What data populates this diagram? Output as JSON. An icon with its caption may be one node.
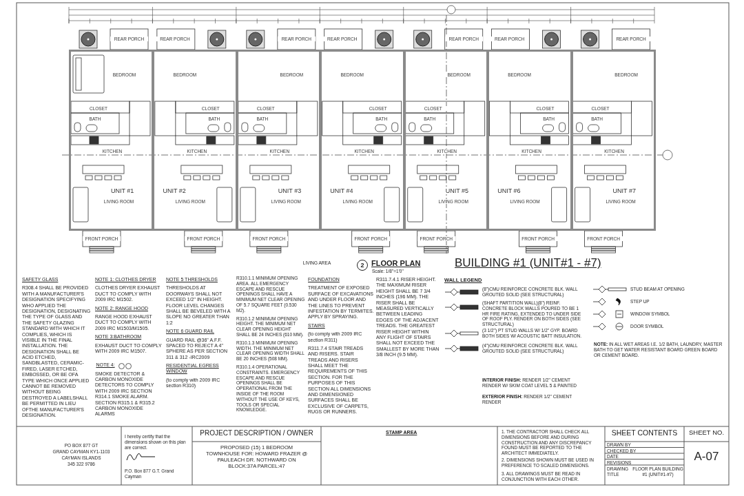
{
  "diagram": {
    "nodes": [
      {
        "text": [
          "REAR PORCH"
        ]
      },
      {
        "text": [
          "UNIT #1"
        ]
      },
      {
        "text": [
          "BEDROOM"
        ],
        "in": 1
      },
      {
        "text": [
          "CLOSET"
        ],
        "in": 1
      },
      {
        "text": [
          "BATH"
        ],
        "in": 1
      },
      {
        "text": [
          "KITCHEN"
        ],
        "in": 1
      },
      {
        "text": [
          "LIVING ROOM"
        ],
        "in": 1
      },
      {
        "text": [
          "FRONT PORCH"
        ]
      },
      {
        "text": [
          "REAR PORCH"
        ]
      },
      {
        "text": [
          "UNIT #2"
        ]
      },
      {
        "text": [
          "BEDROOM"
        ],
        "in": 9
      },
      {
        "text": [
          "CLOSET"
        ],
        "in": 9
      },
      {
        "text": [
          "BATH"
        ],
        "in": 9
      },
      {
        "text": [
          "KITCHEN"
        ],
        "in": 9
      },
      {
        "text": [
          "LIVING ROOM"
        ],
        "in": 9
      },
      {
        "text": [
          "FRONT PORCH"
        ]
      },
      {
        "text": [
          "REAR PORCH"
        ]
      },
      {
        "text": [
          "UNIT #3"
        ]
      },
      {
        "text": [
          "BEDROOM"
        ],
        "in": 17
      },
      {
        "text": [
          "CLOSET"
        ],
        "in": 17
      },
      {
        "text": [
          "BATH"
        ],
        "in": 17
      },
      {
        "text": [
          "KITCHEN"
        ],
        "in": 17
      },
      {
        "text": [
          "LIVING ROOM"
        ],
        "in": 17
      },
      {
        "text": [
          "FRONT PORCH"
        ]
      },
      {
        "text": [
          "REAR PORCH"
        ]
      },
      {
        "text": [
          "UNIT #4"
        ]
      },
      {
        "text": [
          "BEDROOM"
        ],
        "in": 25
      },
      {
        "text": [
          "CLOSET"
        ],
        "in": 25
      },
      {
        "text": [
          "BATH"
        ],
        "in": 25
      },
      {
        "text": [
          "KITCHEN"
        ],
        "in": 25
      },
      {
        "text": [
          "LIVING ROOM"
        ],
        "in": 25
      },
      {
        "text": [
          "FRONT PORCH"
        ]
      },
      {
        "text": [
          "REAR PORCH"
        ]
      },
      {
        "text": [
          "UNIT #5"
        ]
      },
      {
        "text": [
          "BEDROOM"
        ],
        "in": 33
      },
      {
        "text": [
          "CLOSET"
        ],
        "in": 33
      },
      {
        "text": [
          "BATH"
        ],
        "in": 33
      },
      {
        "text": [
          "KITCHEN"
        ],
        "in": 33
      },
      {
        "text": [
          "LIVING ROOM"
        ],
        "in": 33
      },
      {
        "text": [
          "FRONT PORCH"
        ]
      },
      {
        "text": [
          "REAR PORCH"
        ]
      },
      {
        "text": [
          "UNIT #6"
        ]
      },
      {
        "text": [
          "BEDROOM"
        ],
        "in": 41
      },
      {
        "text": [
          "CLOSET"
        ],
        "in": 41
      },
      {
        "text": [
          "BATH"
        ],
        "in": 41
      },
      {
        "text": [
          "KITCHEN"
        ],
        "in": 41
      },
      {
        "text": [
          "LIVING ROOM"
        ],
        "in": 41
      },
      {
        "text": [
          "FRONT PORCH"
        ]
      },
      {
        "text": [
          "REAR PORCH"
        ]
      },
      {
        "text": [
          "UNIT #7"
        ]
      },
      {
        "text": [
          "BEDROOM"
        ],
        "in": 49
      },
      {
        "text": [
          "CLOSET"
        ],
        "in": 49
      },
      {
        "text": [
          "BATH"
        ],
        "in": 49
      },
      {
        "text": [
          "KITCHEN"
        ],
        "in": 49
      },
      {
        "text": [
          "LIVING ROOM"
        ],
        "in": 49
      },
      {
        "text": [
          "FRONT PORCH"
        ]
      }
    ],
    "labels": [
      "LIVING AREA",
      "2",
      "FLOOR PLAN",
      "Scale: 1/8\"=1'0\"",
      "BUILDING #1 (UNIT#1 - #7)",
      "SAFETY GLASS",
      "R308.4 SHALL BE PROVIDED WITH A MANUFACTURER'S DESIGNATION SPECIFYING WHO APPLIED THE DESIGNATION, DESIGNATING THE TYPE OF GLASS AND THE SAFETY GLAZING STANDARD WITH WHICH IT COMPLIES, WHICH IS VISIBLE IN THE FINAL INSTALLATION. THE DESIGNATION SHALL BE ACID ETCHED, SANDBLASTED, CERAMIC-FIRED, LASER ETCHED, EMBOSSED, OR BE OFA TYPE WHICH ONCE APPLIED CANNOT BE REMOVED WITHOUT BEING DESTROYED A LABELSHALL BE PERMITTED IN LIEU OFTHE MANUFACTURER'S DESIGNATION.",
      "NOTE 1: CLOTHES DRYER",
      "CLOTHES DRYER EXHAUST DUCT TO COMPLY WITH 2009 IRC M1502.",
      "NOTE 2: RANGE HOOD",
      "RANGE HOOD EXHAUST DUCT TO COMPLY WITH 2009 IRC M1503/M1505.",
      "NOTE 3:BATHROOM",
      "EXHAUST DUCT TO COMPLY WITH 2009 IRC M1507.",
      "NOTE 4:",
      "SMOKE DETECTOR & CARBON MONOXIDE DETECTORS TO COMPLY WITH 2009 IRC SECTION R314.1 SMOKE ALARM. SECTION R315.1 & R315.2 CARBON MONOXIDE ALARMS",
      "NOTE 5 THRESHOLDS",
      "THRESHOLDS AT DOORWAYS SHALL NOT EXCEED 1/2\" IN HEIGHT. FLOOR LEVEL CHANGES SHALL BE BEVELED WITH A SLOPE NO GREATER THAN 1:2",
      "NOTE 6 GUARD RAIL",
      "GUARD RAIL @36\" A.F.F. SPACED TO REJECT A 4\" SPHERE AS PER SECTION 311 & 312 -IRC2009",
      "RESIDENTIAL EGRESS WINDOW",
      "(to comply with 2009 IRC section R310)",
      "R310.1.1 MINIMUM OPENING AREA. ALL EMERGENCY ESCAPE AND RESCUE OPENINGS SHALL HAVE A MINIMUM NET CLEAR OPENING OF 5.7 SQUARE FEET (0.530 M2).",
      "R310.1.2 MINIMUM OPENING HEIGHT. THE MINIMUM NET CLEAR OPENING HEIGHT SHALL BE 24 INCHES (610 MM).",
      "R310.1.3 MINIMUM OPENING WIDTH. THE MINIMUM NET CLEAR OPENING WIDTH SHALL BE 20 INCHES (508 MM).",
      "R310.1.4 OPERATIONAL CONSTRAINTS. EMERGENCY ESCAPE AND RESCUE OPENINGS SHALL BE OPERATIONAL FROM THE INSIDE OF THE ROOM WITHOUT THE USE OF KEYS, TOOLS OR SPECIAL KNOWLEDGE.",
      "FOUNDATION",
      "TREATMENT OF EXPOSED SURFACE OF EXCAVATIONS AND UNDER FLOOR AND THE LINES TO PREVENT INFESTATION BY TERMITES. APPLY BY SPRAYING.",
      "STAIRS",
      "(to comply with 2009 IRC section R311)",
      "R311.7.4 STAIR TREADS AND RISERS. STAIR TREADS AND RISERS SHALL MEET THE REQUIREMENTS OF THIS SECTION. FOR THE PURPOSES OF THIS SECTION ALL DIMENSIONS AND DIMENSIONED SURFACES SHALL BE EXCLUSIVE OF CARPETS, RUGS OR RUNNERS.",
      "R311.7.4.1 RISER HEIGHT. THE MAXIMUM RISER HEIGHT SHALL BE 7 3/4 INCHES (196 MM). THE RISER SHALL BE MEASURED VERTICALLY BETWEEN LEADING EDGES OF THE ADJACENT TREADS. THE GREATEST RISER HEIGHT WITHIN ANY FLIGHT OF STAIRS SHALL NOT EXCEED THE SMALLEST BY MORE THAN 3/8 INCH (9.5 MM).",
      "WALL LEGEND",
      "**INTERIOR FINISH:** RENDER 1/2\" CEMENT RENDER W/ SKIM COAT LEVEL 5 & PAINTED",
      "**EXTERIOR FINISH:** RENDER 1/2\" CEMENT RENDER",
      "**NOTE:** IN ALL WET AREAS I.E. 1/2 BATH, LAUNDRY, MASTER BATH TO GET WATER RESISTANT BOARD GREEN BOARD OR CEMENT BOARD.",
      "PO BOX 877 GT",
      "GRAND CAYMAN KY1-1103",
      "CAYMAN ISLANDS",
      "345 322 9786",
      "I hereby certify that the dimensions shown on this plan are correct.",
      "P.O. Box 877 G.T. Grand Cayman",
      "PROJECT DESCRIPTION / OWNER",
      "PROPOSED (15) 1 BEDROOM TOWNHOUSE FOR: HOWARD FRAZER @ PAULEACH DR. NOTHWARD ON BLOCK:37A PARCEL:47",
      "STAMP AREA",
      "1. THE CONTRACTOR SHALL CHECK ALL DIMENSIONS BEFORE AND DURING CONSTRUCTION AND ANY DISCREPANCY FOUND MUST BE REPORTED TO THE ARCHITECT IMMEDIATELY.",
      "2. DIMENSIONS SHOWN MUST BE USED IN PREFERENCE TO SCALED DIMENSIONS.",
      "3. ALL DRAWINGS MUST BE READ IN CONJUNCTION WITH EACH OTHER.",
      "SHEET CONTENTS",
      "DRAWN BY",
      "CHECKED BY",
      "DATE",
      "REVISIONS",
      "DRAWING TITLE",
      "FLOOR PLAN BUILDING #1 (UNIT#1-#7)",
      "SHEET NO.",
      "A-07"
    ],
    "legend": [
      {
        "text": "(8\")CMU REINFORCE CONCRETE BLK. WALL GROUTED SOLID (SEE STRUCTURAL)"
      },
      {
        "text": "(SHAFT PARTITION WALL)(8\") REINF. CONCRETE BLOCK WALLS POURED TO BE 1 HR FIRE RATING, EXTENDED TO UNDER SIDE OF ROOF PLY. RENDER ON BOTH SIDES (SEE STRUCTURAL)"
      },
      {
        "text": "(3 1/2\") PT STUD WALLS W/ 1/2\" GYP. BOARD BOTH SIDES W/ ACOUSTIC BATT INSULATION."
      },
      {
        "text": "(4\")CMU REINFORCE CONCRETE BLK. WALL GROUTED SOLID (SEE STRUCTURAL)"
      },
      {
        "text": "STUD BEAM AT OPENING"
      },
      {
        "text": "STEP UP"
      },
      {
        "text": "WINDOW SYMBOL"
      },
      {
        "text": "DOOR SYMBOL"
      }
    ]
  }
}
